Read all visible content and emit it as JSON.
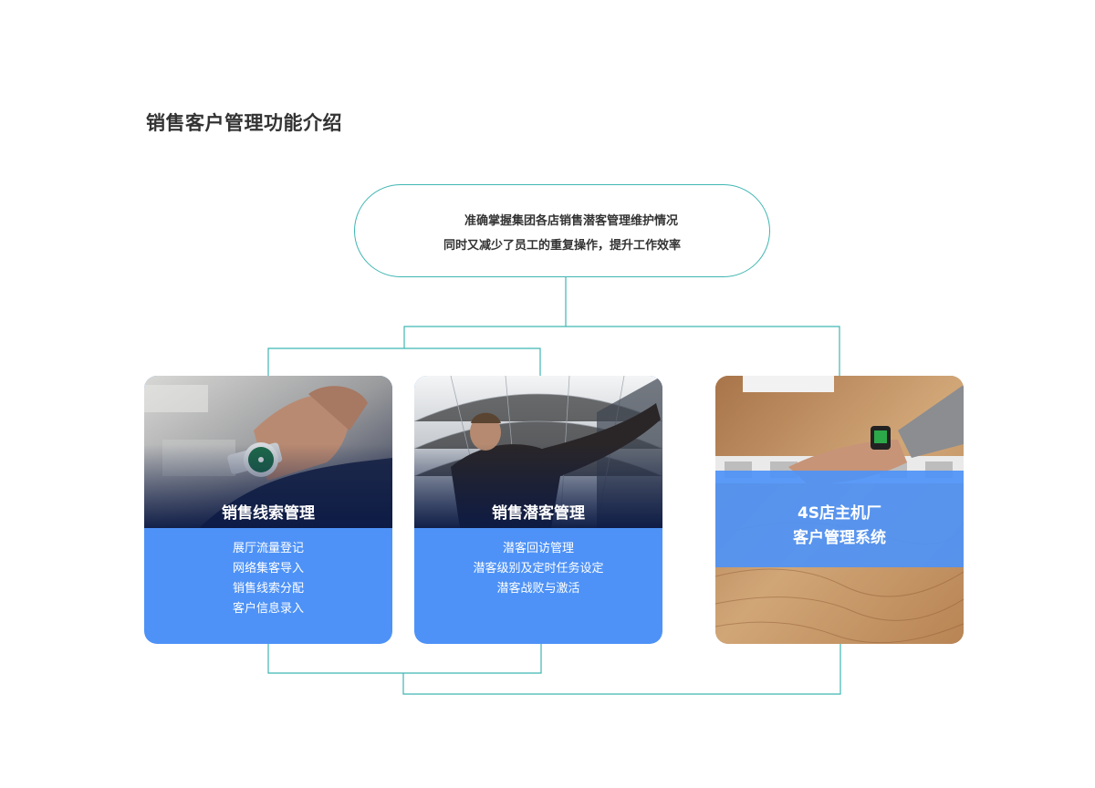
{
  "page": {
    "title": "销售客户管理功能介绍"
  },
  "summary": {
    "line1": "准确掌握集团各店销售潜客管理维护情况",
    "line2": "同时又减少了员工的重复操作，提升工作效率"
  },
  "cards": [
    {
      "title": "销售线索管理",
      "items": [
        "展厅流量登记",
        "网络集客导入",
        "销售线索分配",
        "客户信息录入"
      ]
    },
    {
      "title": "销售潜客管理",
      "items": [
        "潜客回访管理",
        "潜客级别及定时任务设定",
        "潜客战败与激活"
      ]
    },
    {
      "line1": "4S店主机厂",
      "line2": "客户管理系统"
    }
  ],
  "colors": {
    "accent_teal": "#3fb6b2",
    "card_blue": "#4e92f7",
    "title_gray": "#333333"
  }
}
